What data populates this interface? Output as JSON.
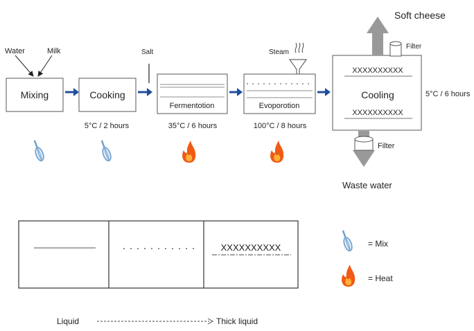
{
  "inputs": {
    "water": "Water",
    "milk": "Milk",
    "salt": "Salt",
    "steam": "Steam"
  },
  "steps": {
    "mixing": "Mixing",
    "cooking": "Cooking",
    "fermentation": "Fermentotion",
    "evaporation": "Evoporotion",
    "cooling": "Cooling"
  },
  "conditions": {
    "cooking": "5°C / 2 hours",
    "fermentation": "35°C / 6 hours",
    "evaporation": "100°C / 8 hours",
    "cooling": "5°C / 6 hours"
  },
  "cooling_marks": {
    "top": "XXXXXXXXXX",
    "bottom": "XXXXXXXXXX"
  },
  "outputs": {
    "soft_cheese": "Soft cheese",
    "filter_top": "Filter",
    "filter_bottom": "Filter",
    "waste_water": "Waste water"
  },
  "consistency_panel": {
    "thick_marks": "XXXXXXXXXX"
  },
  "legend": {
    "mix": "= Mix",
    "heat": "= Heat"
  },
  "scale": {
    "start": "Liquid",
    "end": "Thick liquid"
  },
  "colors": {
    "arrow": "#1f4e9c",
    "whisk": "#6e9fcf",
    "flame_outer": "#f05a14",
    "flame_inner": "#ffb03a",
    "gray_arrow": "#999999"
  }
}
